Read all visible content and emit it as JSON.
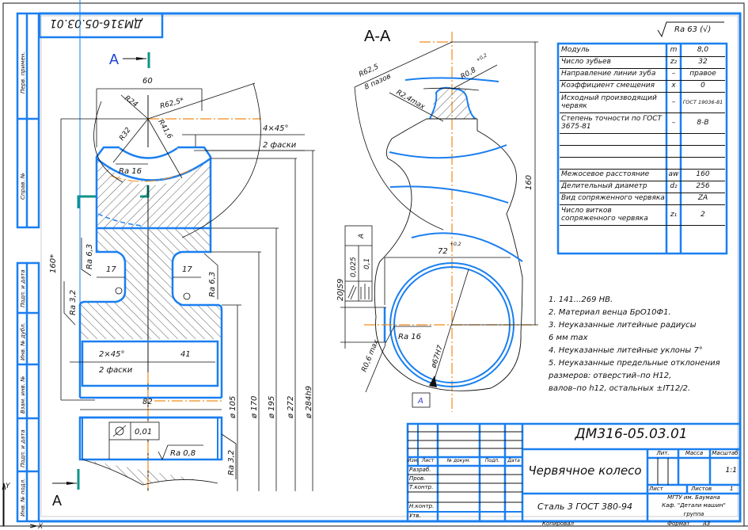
{
  "drawing": {
    "designation": "ДМ316-05.03.01",
    "designation_rotated": "ДМ316-05.03.01",
    "part_name": "Червячное колесо",
    "material": "Сталь 3 ГОСТ 380-94",
    "default_roughness": "Ra 63 (√)",
    "section_label": "А-А",
    "view_marker": "А",
    "datum_label": "А",
    "axes": {
      "x": "X",
      "y": "Y"
    }
  },
  "left_strip": {
    "top": [
      "Перв. примен.",
      "Справ. №"
    ],
    "bottom": [
      "Подп. и дата",
      "Инв. № дубл.",
      "Взам. инв. №",
      "Подп. и дата",
      "Инв. № подл."
    ]
  },
  "gear_params": {
    "rows": [
      {
        "label": "Модуль",
        "symbol": "m",
        "value": "8,0"
      },
      {
        "label": "Число зубьев",
        "symbol": "z₂",
        "value": "32"
      },
      {
        "label": "Направление линии зуба",
        "symbol": "–",
        "value": "правое"
      },
      {
        "label": "Коэффициент смещения",
        "symbol": "x",
        "value": "0"
      },
      {
        "label": "Исходный производящий червяк",
        "symbol": "–",
        "value": "ГОСТ 19036-81"
      },
      {
        "label": "Степень точности по ГОСТ 3675-81",
        "symbol": "–",
        "value": "8-В"
      },
      {
        "label": "",
        "symbol": "",
        "value": ""
      },
      {
        "label": "",
        "symbol": "",
        "value": ""
      },
      {
        "label": "",
        "symbol": "",
        "value": ""
      },
      {
        "label": "Межосевое расстояние",
        "symbol": "aw",
        "value": "160"
      },
      {
        "label": "Делительный диаметр",
        "symbol": "d₂",
        "value": "256"
      },
      {
        "label": "Вид сопряженного червяка",
        "symbol": "",
        "value": "ZA"
      },
      {
        "label": "Число витков сопряженного червяка",
        "symbol": "z₁",
        "value": "2"
      }
    ]
  },
  "notes": [
    "1. 141...269 НВ.",
    "2. Материал венца БрО10Ф1.",
    "3. Неуказанные литейные радиусы",
    "6 мм max",
    "4. Неуказанные литейные уклоны 7°",
    "5. Неуказанные предельные отклонения",
    "размеров: отверстий–по Н12,",
    "валов–по h12, остальных ±IT12/2."
  ],
  "dimensions_left": {
    "width_top": "60",
    "r24": "R24",
    "r625": "R62,5*",
    "r32": "R32",
    "r416": "R41,6",
    "chamfer_top": "4×45°",
    "chamfer_top_note": "2 фаски",
    "ra16": "Ra 16",
    "h160": "160*",
    "ra63_left": "Ra 6,3",
    "ra63_right": "Ra 6,3",
    "ra32_left": "Ra 3,2",
    "ra32_right": "Ra 3,2",
    "w17_left": "17",
    "w17_right": "17",
    "chamfer_bore": "2×45°",
    "chamfer_bore_note": "2 фаски",
    "w41": "41",
    "w82": "82",
    "runout_tol": "0,01",
    "ra08": "Ra 0,8",
    "d105": "ø 105",
    "d170": "ø 170",
    "d195": "ø 195",
    "d272": "ø 272",
    "d284": "ø 284h9"
  },
  "dimensions_section": {
    "r625": "R62,5",
    "slots": "8 пазов",
    "r08": "R0,8",
    "r08_tol": "+0,2",
    "r24max": "R2,4max",
    "h160": "160",
    "w72": "72",
    "w72_tol": "+0,2",
    "keyway": "20JS9",
    "tol_parallel": "0,025",
    "tol_sym": "0,1",
    "tol_datum": "А",
    "ra16": "Ra 16",
    "r06max": "R0,6 max",
    "bore": "ø67Н7"
  },
  "title_block": {
    "rev_headers": [
      "Изм.",
      "Лист",
      "№ докум.",
      "Подп.",
      "Дата"
    ],
    "roles": [
      "Разраб.",
      "Пров.",
      "Т.контр.",
      "",
      "Н.контр.",
      "Утв."
    ],
    "lit_label": "Лит.",
    "mass_label": "Масса",
    "scale_label": "Масштаб",
    "scale_value": "1:1",
    "sheet_label": "Лист",
    "sheets_label": "Листов",
    "sheets_value": "1",
    "org_line1": "МГТУ им. Баумана",
    "org_line2": "Каф. \"Детали машин\"",
    "org_line3": "группа",
    "copied_label": "Копировал",
    "format_label": "Формат",
    "format_value": "А3"
  },
  "colors": {
    "frame": "#1a7ff0",
    "axis": "#f08a1c",
    "marker": "#0e9488",
    "text": "#111111"
  }
}
